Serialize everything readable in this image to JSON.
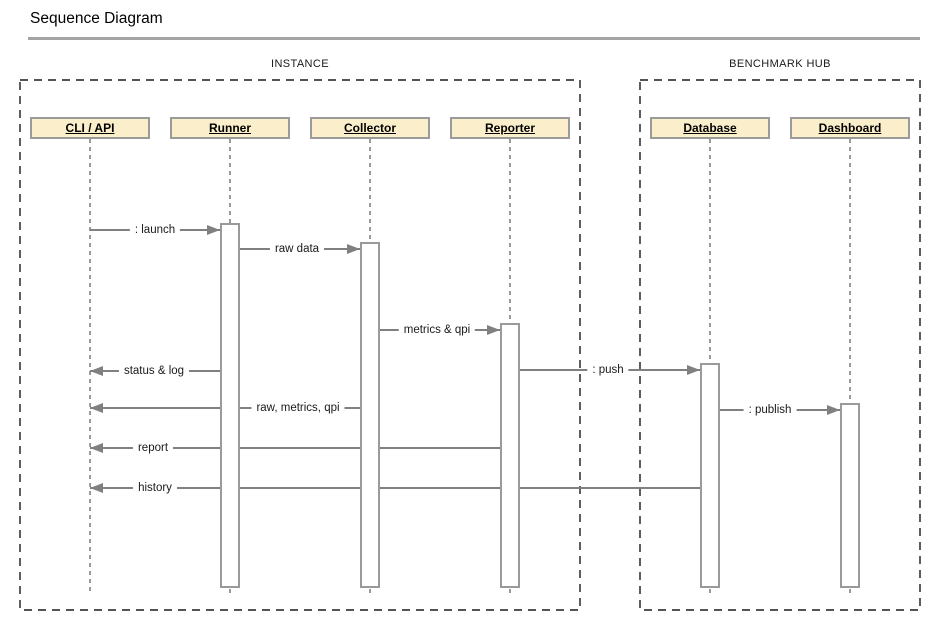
{
  "title": "Sequence Diagram",
  "frames": [
    {
      "label": "INSTANCE",
      "actors": [
        "CLI / API",
        "Runner",
        "Collector",
        "Reporter"
      ]
    },
    {
      "label": "BENCHMARK HUB",
      "actors": [
        "Database",
        "Dashboard"
      ]
    }
  ],
  "actors": [
    {
      "id": "cli",
      "label": "CLI / API"
    },
    {
      "id": "runner",
      "label": "Runner"
    },
    {
      "id": "collector",
      "label": "Collector"
    },
    {
      "id": "reporter",
      "label": "Reporter"
    },
    {
      "id": "database",
      "label": "Database"
    },
    {
      "id": "dashboard",
      "label": "Dashboard"
    }
  ],
  "messages": [
    {
      "from": "CLI / API",
      "to": "Runner",
      "label": ": launch"
    },
    {
      "from": "Runner",
      "to": "Collector",
      "label": "raw data"
    },
    {
      "from": "Collector",
      "to": "Reporter",
      "label": "metrics & qpi"
    },
    {
      "from": "Runner",
      "to": "CLI / API",
      "label": "status & log"
    },
    {
      "from": "Reporter",
      "to": "Database",
      "label": ": push"
    },
    {
      "from": "Collector",
      "to": "CLI / API",
      "label": "raw, metrics, qpi"
    },
    {
      "from": "Database",
      "to": "Dashboard",
      "label": ": publish"
    },
    {
      "from": "Reporter",
      "to": "CLI / API",
      "label": "report"
    },
    {
      "from": "Database",
      "to": "CLI / API",
      "label": "history"
    }
  ],
  "colors": {
    "actor_fill": "#FBEECB",
    "actor_border": "#9A9A9A",
    "message_line": "#808080",
    "frame_border": "#1A1A1A",
    "lifeline": "#9A9A9A",
    "title_rule": "#A3A3A3",
    "text": "#1A1A1A"
  }
}
